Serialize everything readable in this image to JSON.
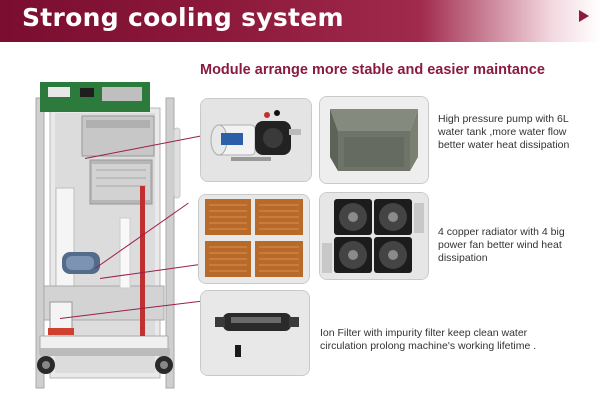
{
  "title": "Strong cooling system",
  "headline": "Module arrange more stable and easier maintance",
  "items": [
    {
      "description": "High pressure pump with 6L water tank ,more water flow better water heat dissipation"
    },
    {
      "description": "4 copper radiator with 4 big power fan better wind heat dissipation"
    },
    {
      "description": "Ion Filter with impurity filter keep clean water circulation prolong machine's working lifetime ."
    }
  ],
  "colors": {
    "banner": "#8e1a3c",
    "headline": "#8b1a3f",
    "leader_line": "#9b1e4a"
  },
  "icons": [
    "machine-interior-image",
    "water-pump-image",
    "water-tank-image",
    "copper-radiator-image",
    "cooling-fans-image",
    "ion-filter-image"
  ]
}
